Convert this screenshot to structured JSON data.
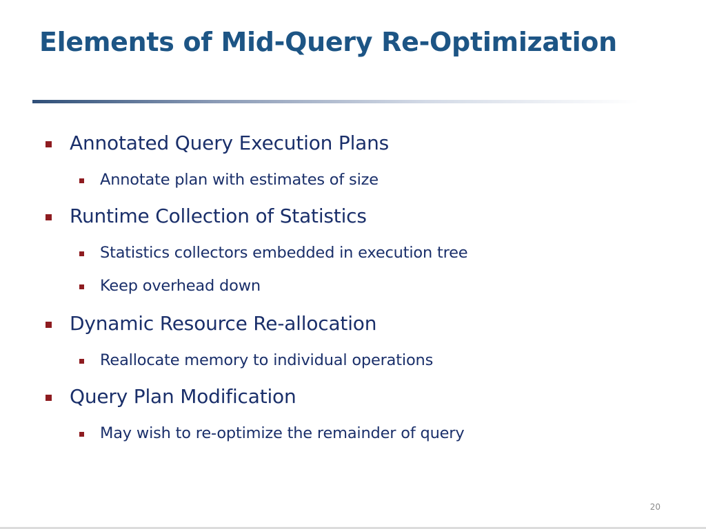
{
  "slide": {
    "title": "Elements of Mid-Query Re-Optimization",
    "bullets": [
      {
        "text": "Annotated Query Execution Plans",
        "sub": [
          "Annotate plan with estimates of size"
        ]
      },
      {
        "text": "Runtime Collection of Statistics",
        "sub": [
          "Statistics collectors embedded in execution tree",
          "Keep overhead down"
        ]
      },
      {
        "text": "Dynamic Resource Re-allocation",
        "sub": [
          "Reallocate memory to individual operations"
        ]
      },
      {
        "text": "Query Plan Modification",
        "sub": [
          "May wish to re-optimize the remainder of query"
        ]
      }
    ],
    "page_number": "20"
  },
  "colors": {
    "title": "#1d5585",
    "body_text": "#1a2f6a",
    "bullet": "#8e1c20"
  }
}
